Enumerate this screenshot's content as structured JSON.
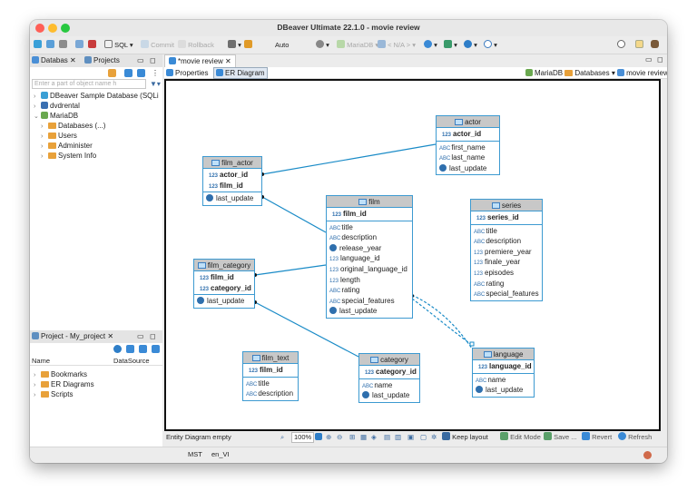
{
  "window": {
    "title": "DBeaver Ultimate 22.1.0 - movie review"
  },
  "toolbar": {
    "sql": "SQL",
    "commit": "Commit",
    "rollback": "Rollback",
    "tx_mode": "Auto",
    "datasource": "MariaDB",
    "schema": "< N/A >"
  },
  "left_top": {
    "tab_db": "Databas",
    "tab_projects": "Projects",
    "filter_placeholder": "Enter a part of object name h",
    "tree": [
      {
        "label": "DBeaver Sample Database (SQLi",
        "kind": "db"
      },
      {
        "label": "dvdrental",
        "kind": "db"
      },
      {
        "label": "MariaDB",
        "kind": "db"
      },
      {
        "label": "Databases (...)",
        "kind": "folder"
      },
      {
        "label": "Users",
        "kind": "folder"
      },
      {
        "label": "Administer",
        "kind": "folder"
      },
      {
        "label": "System Info",
        "kind": "folder"
      }
    ]
  },
  "left_bottom": {
    "tab": "Project - My_project",
    "col_name": "Name",
    "col_ds": "DataSource",
    "items": [
      "Bookmarks",
      "ER Diagrams",
      "Scripts"
    ]
  },
  "editor": {
    "tab": "*movie review",
    "subtab_properties": "Properties",
    "subtab_er": "ER Diagram",
    "crumb_ds": "MariaDB",
    "crumb_dbs": "Databases",
    "crumb_db": "movie review"
  },
  "entities": {
    "actor": {
      "name": "actor",
      "pk": [
        "actor_id"
      ],
      "fields": [
        "first_name",
        "last_name",
        "last_update"
      ]
    },
    "film_actor": {
      "name": "film_actor",
      "pk": [
        "actor_id",
        "film_id"
      ],
      "fields": [
        "last_update"
      ]
    },
    "film": {
      "name": "film",
      "pk": [
        "film_id"
      ],
      "fields": [
        "title",
        "description",
        "release_year",
        "language_id",
        "original_language_id",
        "length",
        "rating",
        "special_features",
        "last_update"
      ]
    },
    "series": {
      "name": "series",
      "pk": [
        "series_id"
      ],
      "fields": [
        "title",
        "description",
        "premiere_year",
        "finale_year",
        "episodes",
        "rating",
        "special_features"
      ]
    },
    "film_category": {
      "name": "film_category",
      "pk": [
        "film_id",
        "category_id"
      ],
      "fields": [
        "last_update"
      ]
    },
    "film_text": {
      "name": "film_text",
      "pk": [
        "film_id"
      ],
      "fields": [
        "title",
        "description"
      ]
    },
    "category": {
      "name": "category",
      "pk": [
        "category_id"
      ],
      "fields": [
        "name",
        "last_update"
      ]
    },
    "language": {
      "name": "language",
      "pk": [
        "language_id"
      ],
      "fields": [
        "name",
        "last_update"
      ]
    }
  },
  "status": {
    "diagram": "Entity Diagram",
    "state": "empty",
    "zoom": "100%",
    "keep_layout": "Keep layout",
    "edit_mode": "Edit Mode",
    "save": "Save ...",
    "revert": "Revert",
    "refresh": "Refresh"
  },
  "bottom": {
    "tz": "MST",
    "locale": "en_VI"
  }
}
